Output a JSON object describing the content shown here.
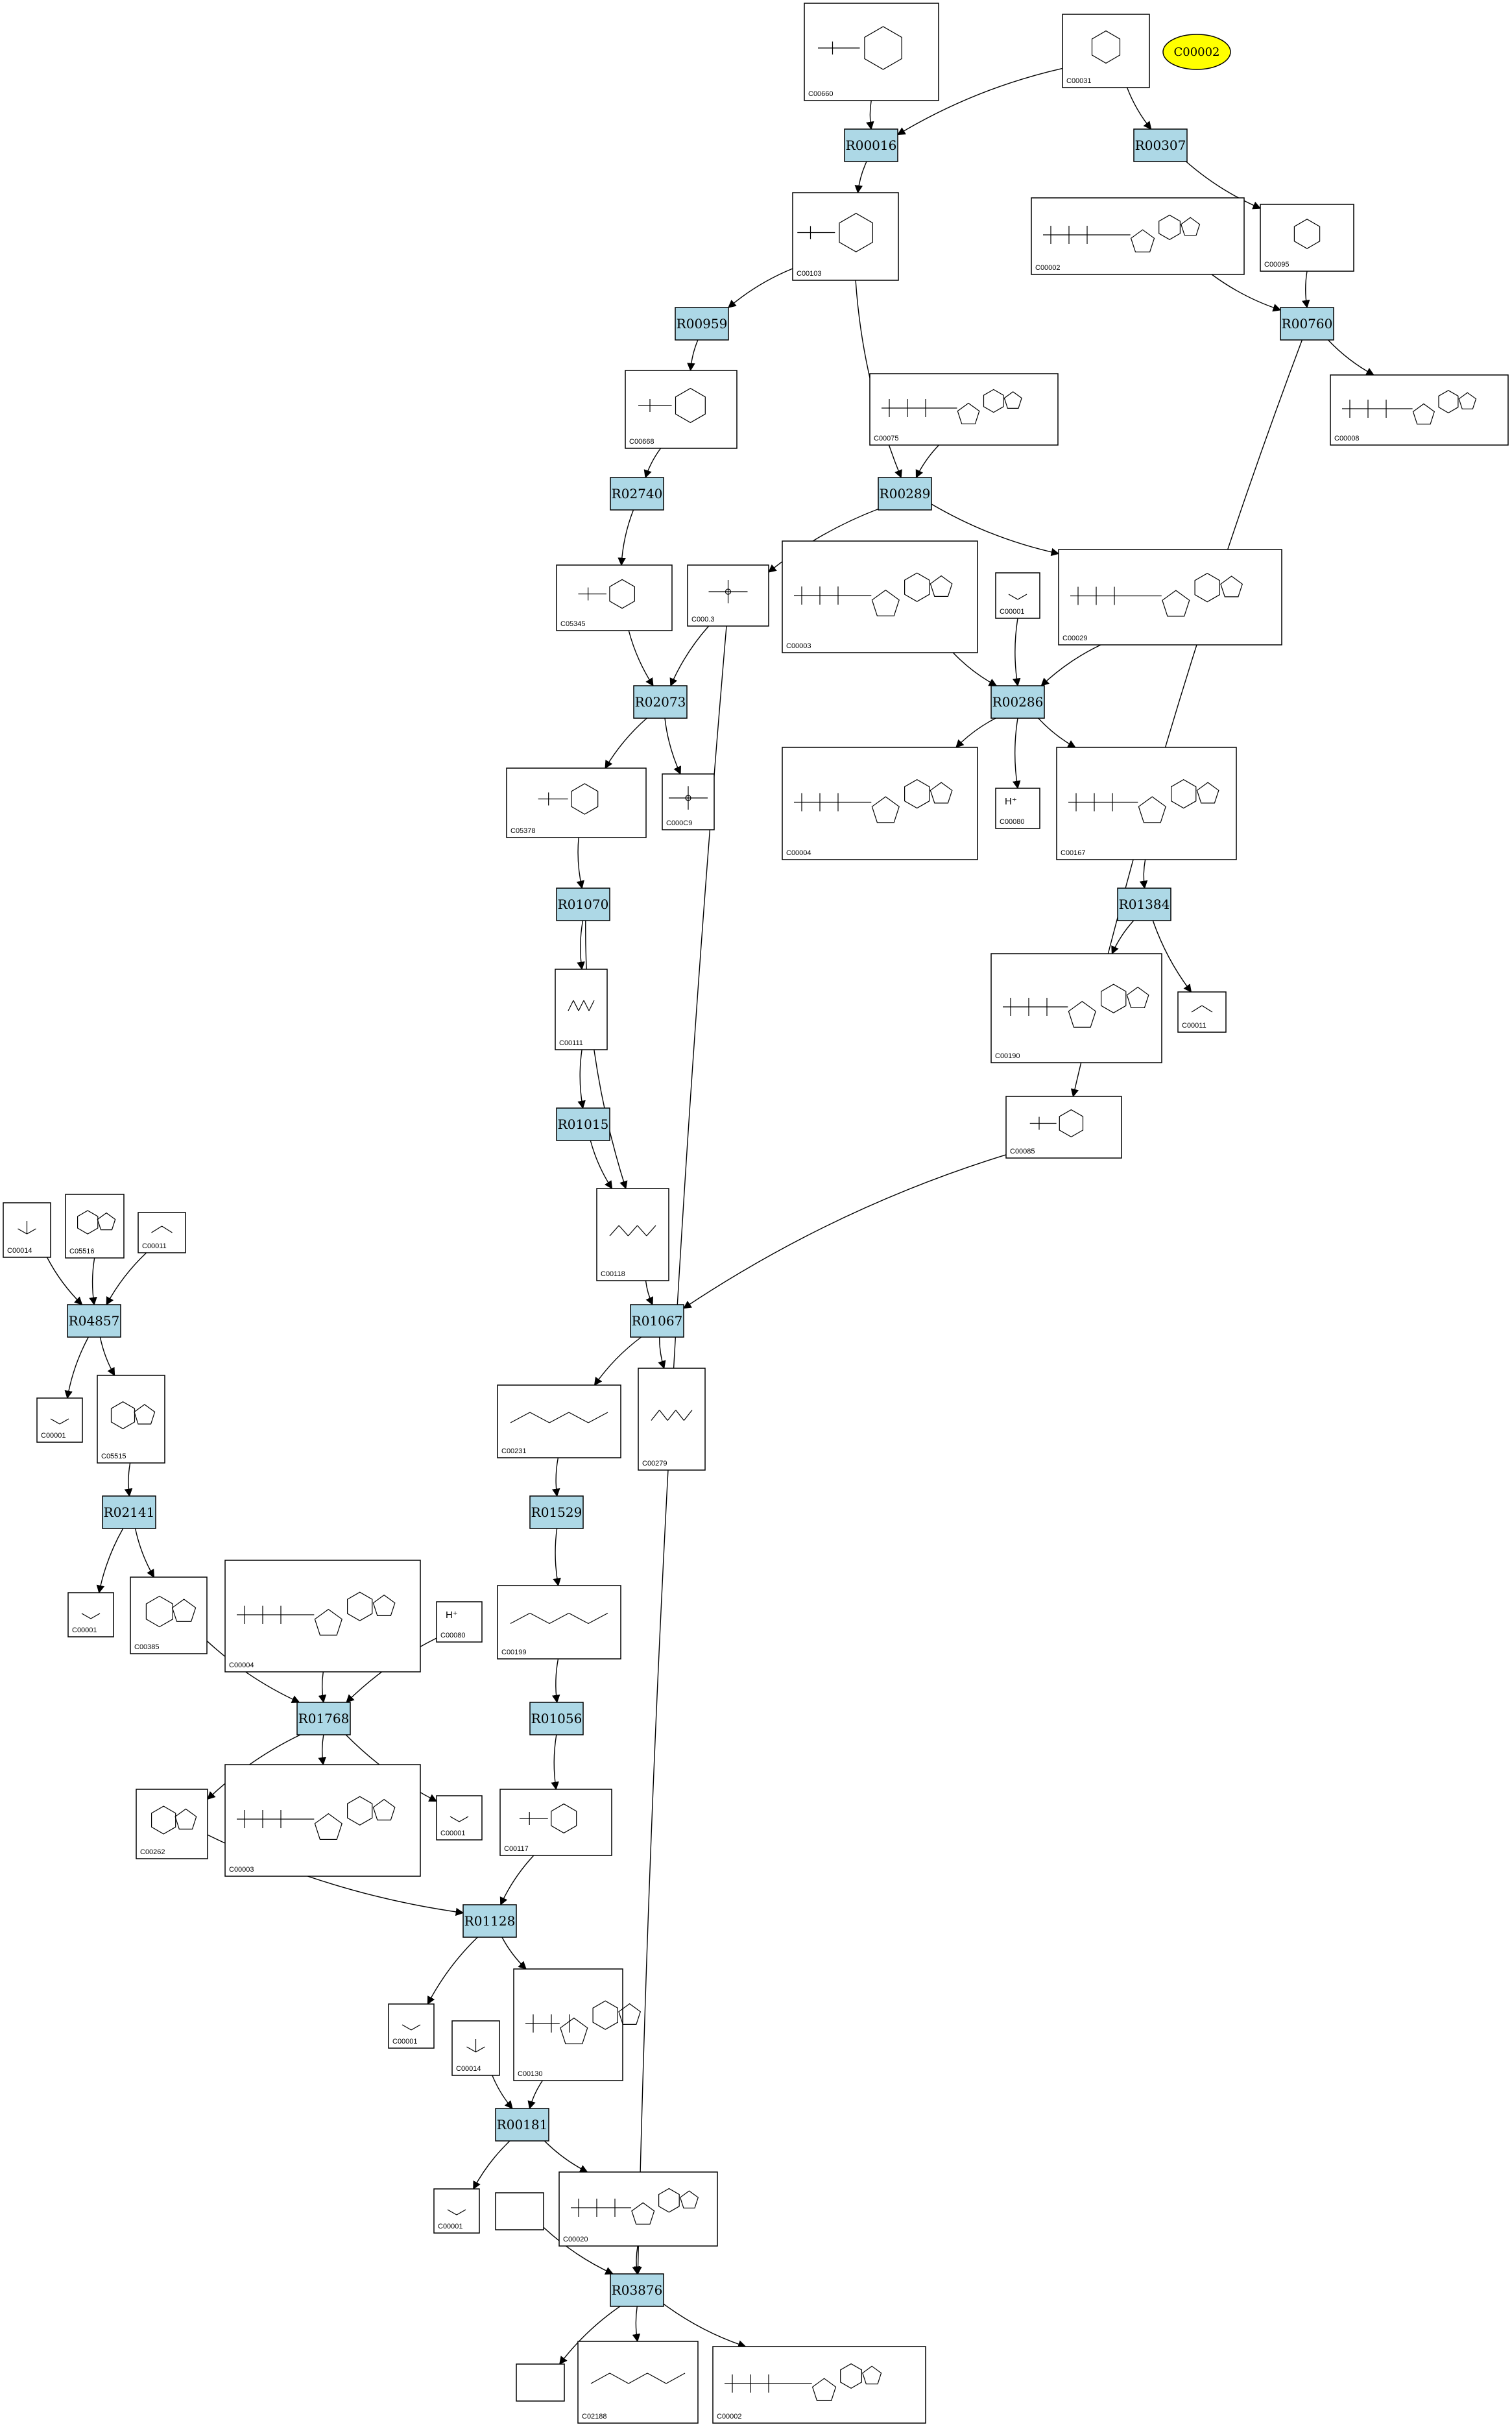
{
  "colors": {
    "reaction": "#add8e6",
    "highlight": "#ffff00",
    "edge": "#000000",
    "node_border": "#000000"
  },
  "highlight": {
    "label": "C00002"
  },
  "reactions": [
    {
      "id": "R00016",
      "label": "R00016"
    },
    {
      "id": "R00307",
      "label": "R00307"
    },
    {
      "id": "R00959",
      "label": "R00959"
    },
    {
      "id": "R00760",
      "label": "R00760"
    },
    {
      "id": "R02740",
      "label": "R02740"
    },
    {
      "id": "R00289",
      "label": "R00289"
    },
    {
      "id": "R02073",
      "label": "R02073"
    },
    {
      "id": "R00286",
      "label": "R00286"
    },
    {
      "id": "R01070",
      "label": "R01070"
    },
    {
      "id": "R01384",
      "label": "R01384"
    },
    {
      "id": "R01015",
      "label": "R01015"
    },
    {
      "id": "R04857",
      "label": "R04857"
    },
    {
      "id": "R01067",
      "label": "R01067"
    },
    {
      "id": "R02141",
      "label": "R02141"
    },
    {
      "id": "R01529",
      "label": "R01529"
    },
    {
      "id": "R01768",
      "label": "R01768"
    },
    {
      "id": "R01056",
      "label": "R01056"
    },
    {
      "id": "R01128",
      "label": "R01128"
    },
    {
      "id": "R00181",
      "label": "R00181"
    },
    {
      "id": "R03876",
      "label": "R03876"
    }
  ],
  "compounds": [
    {
      "key": "c00660",
      "id": "C00660",
      "glyph": "sugar-phosphate"
    },
    {
      "key": "c00031",
      "id": "C00031",
      "glyph": "sugar"
    },
    {
      "key": "c00103",
      "id": "C00103",
      "glyph": "sugar-phosphate"
    },
    {
      "key": "c00002a",
      "id": "C00002",
      "glyph": "nucleotide"
    },
    {
      "key": "c00095",
      "id": "C00095",
      "glyph": "sugar"
    },
    {
      "key": "c00668",
      "id": "C00668",
      "glyph": "sugar-phosphate"
    },
    {
      "key": "c00075",
      "id": "C00075",
      "glyph": "nucleotide"
    },
    {
      "key": "c00008",
      "id": "C00008",
      "glyph": "nucleotide"
    },
    {
      "key": "c05345",
      "id": "C05345",
      "glyph": "sugar-phosphate"
    },
    {
      "key": "c00013",
      "id": "C000.3",
      "glyph": "phosphate"
    },
    {
      "key": "c00003a",
      "id": "C00003",
      "glyph": "nucleotide"
    },
    {
      "key": "c00001a",
      "id": "C00001",
      "glyph": "water"
    },
    {
      "key": "c00029",
      "id": "C00029",
      "glyph": "nucleotide"
    },
    {
      "key": "c05378",
      "id": "C05378",
      "glyph": "sugar-phosphate"
    },
    {
      "key": "c00009",
      "id": "C000C9",
      "glyph": "phosphate"
    },
    {
      "key": "c00004a",
      "id": "C00004",
      "glyph": "nucleotide"
    },
    {
      "key": "c00080a",
      "id": "C00080",
      "glyph": "proton",
      "text": "H⁺"
    },
    {
      "key": "c00167",
      "id": "C00167",
      "glyph": "nucleotide"
    },
    {
      "key": "c00111",
      "id": "C00111",
      "glyph": "small"
    },
    {
      "key": "c00190",
      "id": "C00190",
      "glyph": "nucleotide"
    },
    {
      "key": "c00011a",
      "id": "C00011",
      "glyph": "co2"
    },
    {
      "key": "c00085",
      "id": "C00085",
      "glyph": "sugar-phosphate"
    },
    {
      "key": "c00014a",
      "id": "C00014",
      "glyph": "ammonia"
    },
    {
      "key": "c05516",
      "id": "C05516",
      "glyph": "ring"
    },
    {
      "key": "c00011b",
      "id": "C00011",
      "glyph": "co2"
    },
    {
      "key": "c00118",
      "id": "C00118",
      "glyph": "small"
    },
    {
      "key": "c00001b",
      "id": "C00001",
      "glyph": "water"
    },
    {
      "key": "c05515",
      "id": "C05515",
      "glyph": "ring"
    },
    {
      "key": "c00231",
      "id": "C00231",
      "glyph": "chain"
    },
    {
      "key": "c00279",
      "id": "C00279",
      "glyph": "chain"
    },
    {
      "key": "c00001c",
      "id": "C00001",
      "glyph": "water"
    },
    {
      "key": "c00385",
      "id": "C00385",
      "glyph": "ring"
    },
    {
      "key": "c00004b",
      "id": "C00004",
      "glyph": "nucleotide"
    },
    {
      "key": "c00080b",
      "id": "C00080",
      "glyph": "proton",
      "text": "H⁺"
    },
    {
      "key": "c00199",
      "id": "C00199",
      "glyph": "chain"
    },
    {
      "key": "c00262",
      "id": "C00262",
      "glyph": "ring"
    },
    {
      "key": "c00003b",
      "id": "C00003",
      "glyph": "nucleotide"
    },
    {
      "key": "c00001d",
      "id": "C00001",
      "glyph": "water"
    },
    {
      "key": "c00117",
      "id": "C00117",
      "glyph": "sugar-phosphate"
    },
    {
      "key": "c00001e",
      "id": "C00001",
      "glyph": "water"
    },
    {
      "key": "c00014b",
      "id": "C00014",
      "glyph": "ammonia"
    },
    {
      "key": "c00130",
      "id": "C00130",
      "glyph": "nucleotide"
    },
    {
      "key": "c00001f",
      "id": "C00001",
      "glyph": "water"
    },
    {
      "key": "blank1",
      "id": "",
      "glyph": "none"
    },
    {
      "key": "c00020",
      "id": "C00020",
      "glyph": "nucleotide"
    },
    {
      "key": "blank2",
      "id": "",
      "glyph": "none"
    },
    {
      "key": "c02188",
      "id": "C02188",
      "glyph": "chain"
    },
    {
      "key": "c00002b",
      "id": "C00002",
      "glyph": "nucleotide"
    }
  ],
  "edges": [
    [
      "c00660",
      "R00016"
    ],
    [
      "c00031",
      "R00016"
    ],
    [
      "c00031",
      "R00307"
    ],
    [
      "R00016",
      "c00103"
    ],
    [
      "R00307",
      "c00095"
    ],
    [
      "c00103",
      "R00959"
    ],
    [
      "c00103",
      "R00289"
    ],
    [
      "c00002a",
      "R00760"
    ],
    [
      "c00095",
      "R00760"
    ],
    [
      "R00959",
      "c00668"
    ],
    [
      "R00760",
      "c00008"
    ],
    [
      "R00760",
      "c00085"
    ],
    [
      "c00668",
      "R02740"
    ],
    [
      "c00075",
      "R00289"
    ],
    [
      "R02740",
      "c05345"
    ],
    [
      "R00289",
      "c00013"
    ],
    [
      "R00289",
      "c00029"
    ],
    [
      "c05345",
      "R02073"
    ],
    [
      "c00013",
      "R02073"
    ],
    [
      "c00013",
      "R03876"
    ],
    [
      "c00003a",
      "R00286"
    ],
    [
      "c00001a",
      "R00286"
    ],
    [
      "c00029",
      "R00286"
    ],
    [
      "R02073",
      "c05378"
    ],
    [
      "R02073",
      "c00009"
    ],
    [
      "R00286",
      "c00004a"
    ],
    [
      "R00286",
      "c00080a"
    ],
    [
      "R00286",
      "c00167"
    ],
    [
      "c05378",
      "R01070"
    ],
    [
      "c00167",
      "R01384"
    ],
    [
      "R01070",
      "c00111"
    ],
    [
      "R01070",
      "c00118"
    ],
    [
      "R01384",
      "c00190"
    ],
    [
      "R01384",
      "c00011a"
    ],
    [
      "c00111",
      "R01015"
    ],
    [
      "R01015",
      "c00118"
    ],
    [
      "c00014a",
      "R04857"
    ],
    [
      "c05516",
      "R04857"
    ],
    [
      "c00011b",
      "R04857"
    ],
    [
      "c00118",
      "R01067"
    ],
    [
      "c00085",
      "R01067"
    ],
    [
      "R04857",
      "c00001b"
    ],
    [
      "R04857",
      "c05515"
    ],
    [
      "R01067",
      "c00231"
    ],
    [
      "R01067",
      "c00279"
    ],
    [
      "c05515",
      "R02141"
    ],
    [
      "c00231",
      "R01529"
    ],
    [
      "R02141",
      "c00001c"
    ],
    [
      "R02141",
      "c00385"
    ],
    [
      "R01529",
      "c00199"
    ],
    [
      "c00385",
      "R01768"
    ],
    [
      "c00004b",
      "R01768"
    ],
    [
      "c00080b",
      "R01768"
    ],
    [
      "c00199",
      "R01056"
    ],
    [
      "R01768",
      "c00262"
    ],
    [
      "R01768",
      "c00003b"
    ],
    [
      "R01768",
      "c00001d"
    ],
    [
      "R01056",
      "c00117"
    ],
    [
      "c00262",
      "R01128"
    ],
    [
      "c00117",
      "R01128"
    ],
    [
      "R01128",
      "c00001e"
    ],
    [
      "R01128",
      "c00130"
    ],
    [
      "c00014b",
      "R00181"
    ],
    [
      "c00130",
      "R00181"
    ],
    [
      "R00181",
      "c00001f"
    ],
    [
      "R00181",
      "c00020"
    ],
    [
      "blank1",
      "R03876"
    ],
    [
      "c00020",
      "R03876"
    ],
    [
      "R03876",
      "blank2"
    ],
    [
      "R03876",
      "c02188"
    ],
    [
      "R03876",
      "c00002b"
    ]
  ]
}
